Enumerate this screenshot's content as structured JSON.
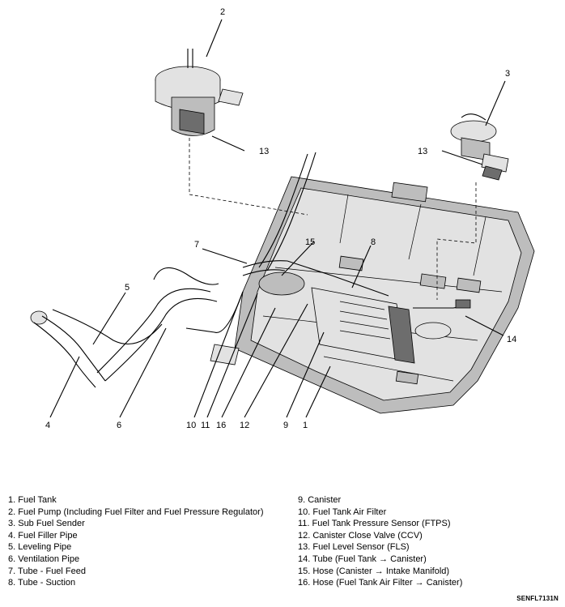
{
  "callouts": [
    {
      "n": "1",
      "label": "1"
    },
    {
      "n": "2",
      "label": "2"
    },
    {
      "n": "3",
      "label": "3"
    },
    {
      "n": "4",
      "label": "4"
    },
    {
      "n": "5",
      "label": "5"
    },
    {
      "n": "6",
      "label": "6"
    },
    {
      "n": "7",
      "label": "7"
    },
    {
      "n": "8",
      "label": "8"
    },
    {
      "n": "9",
      "label": "9"
    },
    {
      "n": "10",
      "label": "10"
    },
    {
      "n": "11",
      "label": "11"
    },
    {
      "n": "12",
      "label": "12"
    },
    {
      "n": "13a",
      "label": "13"
    },
    {
      "n": "13b",
      "label": "13"
    },
    {
      "n": "14",
      "label": "14"
    },
    {
      "n": "15",
      "label": "15"
    },
    {
      "n": "16",
      "label": "16"
    }
  ],
  "legend": {
    "left": [
      "1. Fuel Tank",
      "2. Fuel Pump (Including Fuel Filter and Fuel Pressure Regulator)",
      "3. Sub Fuel Sender",
      "4. Fuel Filler Pipe",
      "5. Leveling Pipe",
      "6. Ventilation Pipe",
      "7. Tube - Fuel Feed",
      "8. Tube - Suction"
    ],
    "right": [
      "9. Canister",
      "10. Fuel Tank Air Filter",
      "11. Fuel Tank Pressure Sensor (FTPS)",
      "12. Canister Close Valve (CCV)",
      "13. Fuel Level Sensor (FLS)",
      "14. Tube (Fuel Tank → Canister)",
      "15. Hose (Canister → Intake Manifold)",
      "16. Hose (Fuel Tank Air Filter → Canister)"
    ]
  },
  "figure_code": "SENFL7131N"
}
